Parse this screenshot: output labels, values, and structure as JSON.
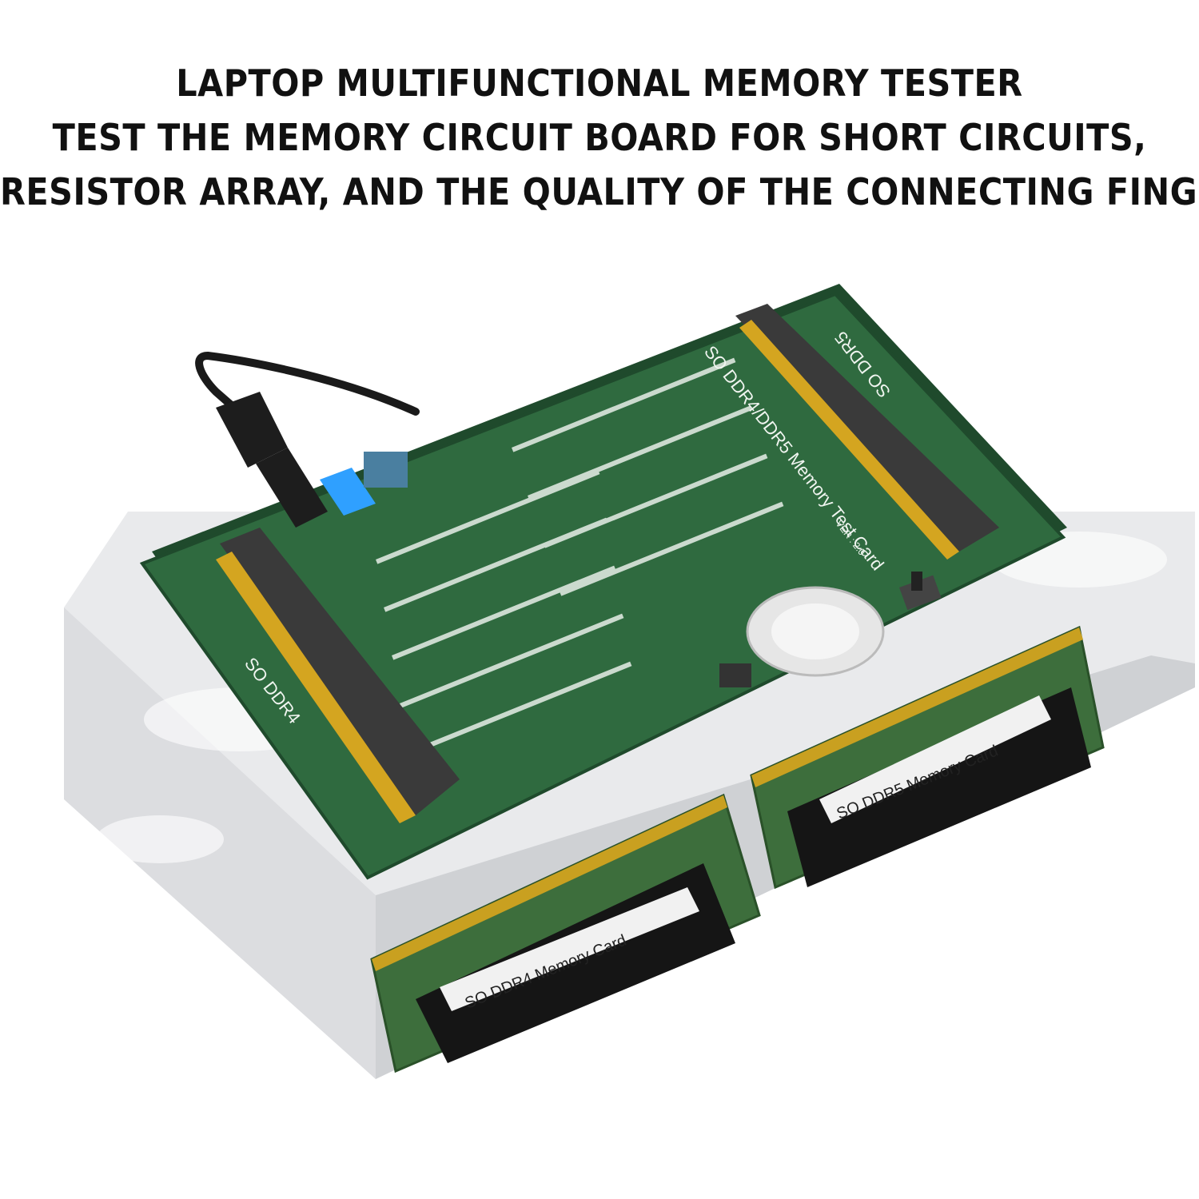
{
  "headline": {
    "line1": "LAPTOP MULTIFUNCTIONAL MEMORY TESTER",
    "line2": "TEST THE MEMORY CIRCUIT BOARD FOR SHORT CIRCUITS,",
    "line3": "RESISTOR ARRAY, AND THE QUALITY OF THE CONNECTING FINGER"
  },
  "board": {
    "title": "SO DDR4/DDR5 Memory Test Card",
    "version": "VER : 2.0",
    "slot_left_label": "SO DDR4",
    "slot_right_label": "SO DDR5",
    "colors": {
      "pcb": "#2f6a3f",
      "pcb_edge": "#1f4a2c",
      "gold": "#d4a520",
      "slot": "#3a3a3a"
    }
  },
  "modules": {
    "ddr4_label": "SO DDR4 Memory Card",
    "ddr5_label": "SO DDR5 Memory Card"
  }
}
